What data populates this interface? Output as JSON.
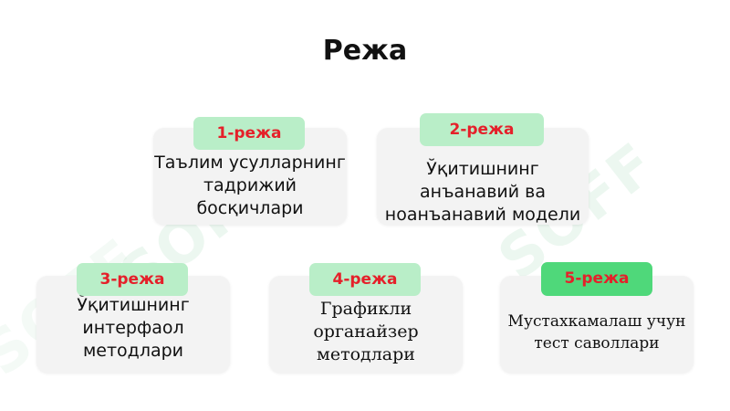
{
  "title": "Режа",
  "watermark": [
    "SOFF",
    "SOFF",
    "SOFF"
  ],
  "items": [
    {
      "label": "1-режа",
      "lines": [
        "Таълим усулларнинг",
        "тадрижий",
        "босқичлари"
      ]
    },
    {
      "label": "2-режа",
      "lines": [
        "Ўқитишнинг",
        "анъанавий ва",
        "ноанъанавий модели"
      ]
    },
    {
      "label": "3-режа",
      "lines": [
        "Ўқитишнинг",
        "интерфаол",
        "методлари"
      ]
    },
    {
      "label": "4-режа",
      "lines": [
        "Графикли",
        "органайзер",
        "методлари"
      ]
    },
    {
      "label": "5-режа",
      "lines": [
        "Мустахкамалаш учун",
        "тест саволлари"
      ]
    }
  ],
  "colors": {
    "label_text": "#e5202a",
    "pill_light": "#b9eec8",
    "pill_strong": "#4fd87a",
    "card_bg": "#f3f3f3"
  }
}
